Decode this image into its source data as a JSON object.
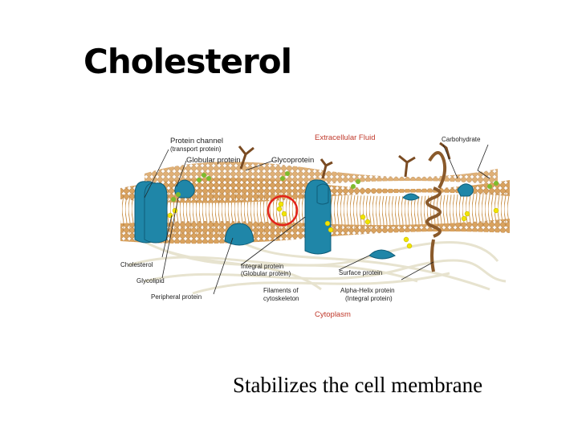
{
  "slide": {
    "title": "Cholesterol",
    "caption": "Stabilizes the cell membrane"
  },
  "diagram": {
    "labels": {
      "protein_channel": "Protein channel",
      "transport_protein": "(transport protein)",
      "globular_protein": "Globular protein",
      "glycoprotein": "Glycoprotein",
      "extracellular_fluid": "Extracellular Fluid",
      "carbohydrate": "Carbohydrate",
      "cholesterol": "Cholesterol",
      "glycolipid": "Glycolipid",
      "peripheral_protein": "Peripheral protein",
      "integral_protein": "Integral protein",
      "integral_protein_sub": "(Globular protein)",
      "surface_protein": "Surface protein",
      "filaments_line1": "Filaments of",
      "filaments_line2": "cytoskeleton",
      "alpha_helix": "Alpha-Helix protein",
      "alpha_helix_sub": "(Integral protein)",
      "cytoplasm": "Cytoplasm"
    },
    "colors": {
      "head": "#d9a25e",
      "tail": "#d7a55a",
      "protein": "#1f86a8",
      "cholesterol": "#f2e400",
      "carbohydrate": "#7dbb2d",
      "highlight": "#e3231a",
      "filament": "#e7e3cf",
      "red_label": "#c0392b"
    }
  }
}
